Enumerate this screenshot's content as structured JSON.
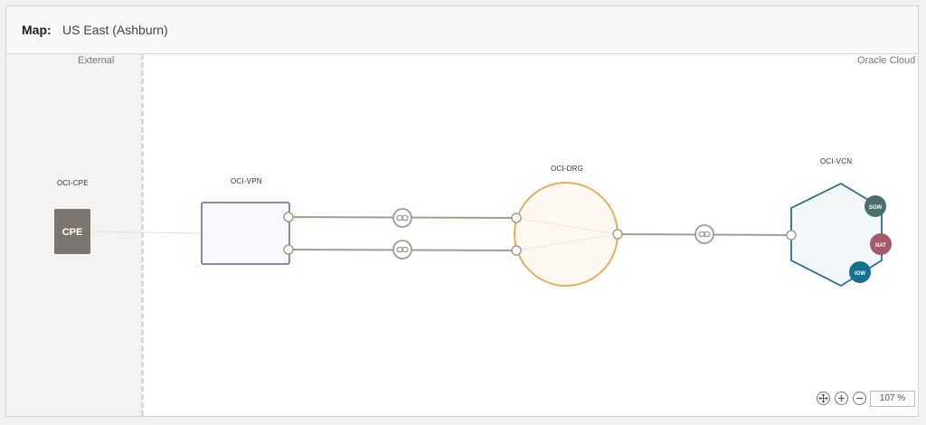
{
  "header": {
    "label": "Map:",
    "region": "US East (Ashburn)"
  },
  "zones": {
    "external": "External",
    "cloud": "Oracle Cloud"
  },
  "nodes": {
    "cpe": {
      "title": "OCI-CPE",
      "badge": "CPE"
    },
    "vpn": {
      "title": "OCI-VPN"
    },
    "drg": {
      "title": "OCI-DRG"
    },
    "vcn": {
      "title": "OCI-VCN",
      "gateways": [
        "SGW",
        "NAT",
        "IGW"
      ]
    }
  },
  "colors": {
    "cpe": "#7d766f",
    "vpn_border": "#5d6799",
    "vpn_fill": "#f7f9ff",
    "drg_border": "#e8ae5c",
    "drg_fill": "#fff8f1",
    "vcn_border": "#2e6e8e",
    "vcn_fill": "#f2f7fb",
    "sgw": "#4a6e6c",
    "nat": "#a65a6a",
    "igw": "#17708f",
    "connector": "#a39e8f"
  },
  "icons": {
    "link": "link-icon",
    "fit": "fit-to-screen-icon",
    "zoom_in": "zoom-in-icon",
    "zoom_out": "zoom-out-icon"
  },
  "zoom": {
    "value": "107 %"
  }
}
